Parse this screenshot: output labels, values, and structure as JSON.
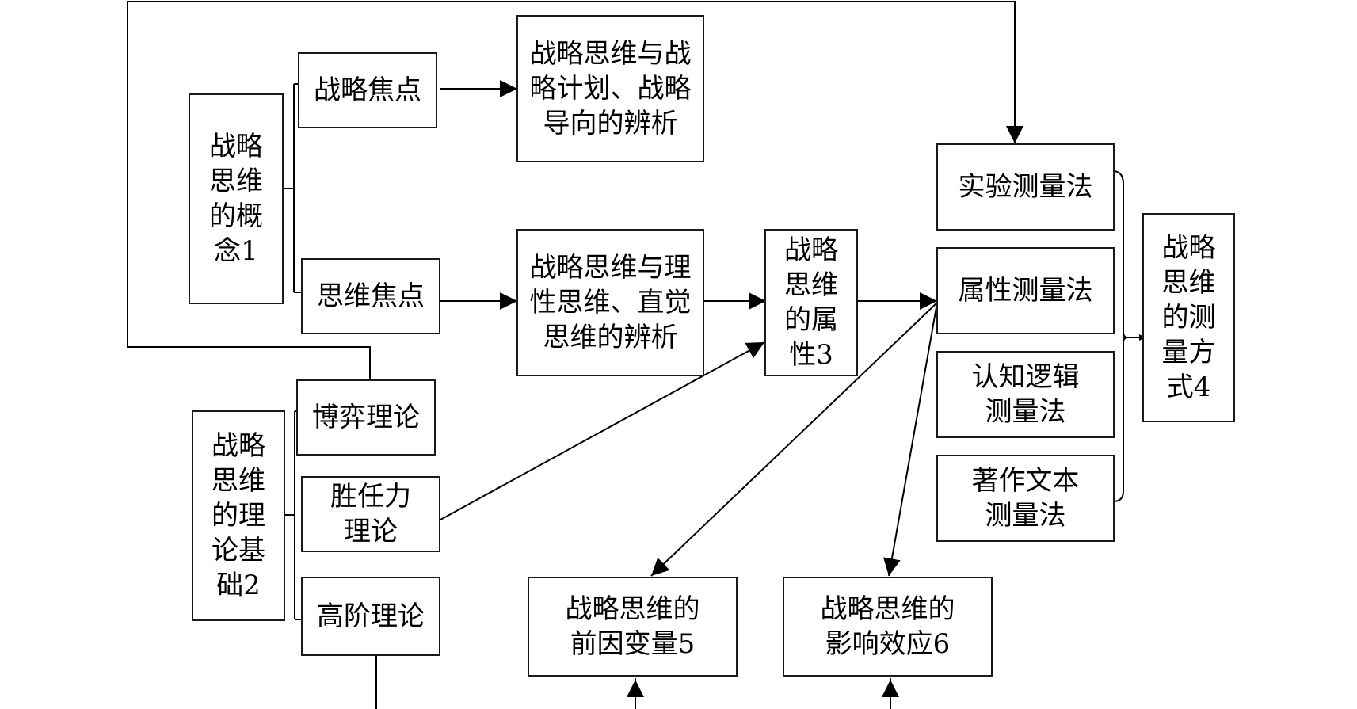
{
  "nodes": {
    "concept": "战略\n思维\n的概\n念1",
    "strategic_focus": "战略焦点",
    "thinking_focus": "思维焦点",
    "plan_orientation": "战略思维与战\n略计划、战略\n导向的辨析",
    "rational_intuitive": "战略思维与理\n性思维、直觉\n思维的辨析",
    "attributes": "战略\n思维\n的属\n性3",
    "theory_basis": "战略\n思维\n的理\n论基\n础2",
    "game_theory": "博弈理论",
    "competency_theory": "胜任力\n理论",
    "upper_echelons": "高阶理论",
    "experimental": "实验测量法",
    "attribute_measure": "属性测量法",
    "cognitive_logic": "认知逻辑\n测量法",
    "text_measure": "著作文本\n测量法",
    "measurement": "战略\n思维\n的测\n量方\n式4",
    "antecedents": "战略思维的\n前因变量5",
    "effects": "战略思维的\n影响效应6"
  },
  "edges": [
    {
      "from": "strategic_focus",
      "to": "plan_orientation"
    },
    {
      "from": "thinking_focus",
      "to": "rational_intuitive"
    },
    {
      "from": "rational_intuitive",
      "to": "attributes"
    },
    {
      "from": "attributes",
      "to": "attribute_measure"
    },
    {
      "from": "competency_theory",
      "to": "attributes"
    },
    {
      "from": "attribute_measure",
      "to": "antecedents"
    },
    {
      "from": "attribute_measure",
      "to": "effects"
    },
    {
      "from": "game_theory",
      "to": "experimental"
    },
    {
      "from": "upper_echelons",
      "to": "antecedents"
    },
    {
      "from": "upper_echelons",
      "to": "effects"
    },
    {
      "from": "measurement_methods_group",
      "to": "measurement"
    }
  ]
}
